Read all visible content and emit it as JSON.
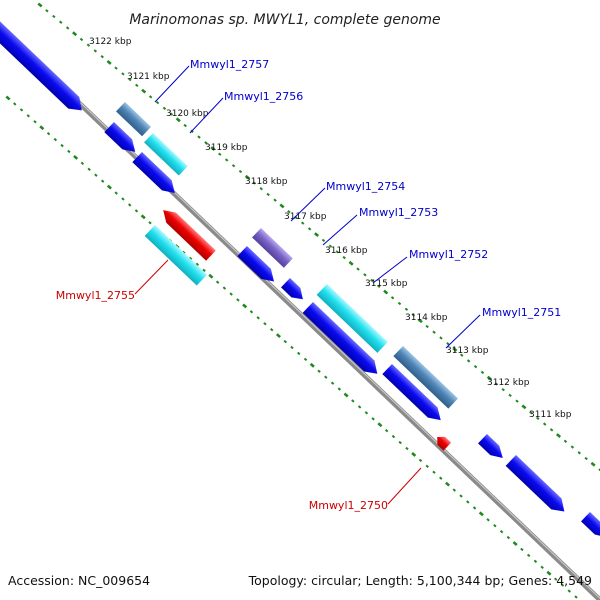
{
  "title": "Marinomonas sp. MWYL1, complete genome",
  "footer": {
    "accession": "Accession: NC_009654",
    "summary": "Topology: circular; Length: 5,100,344 bp; Genes: 4,549"
  },
  "colors": {
    "background": "#ffffff",
    "backbone": "#8a8a8a",
    "tick_dots": "#1e8a1e",
    "forward_label": "#0000cc",
    "reverse_label": "#cc0000",
    "gene_blue": "#0a0af0",
    "gene_cyan": "#22e0ee",
    "gene_steel": "#4f84b4",
    "gene_purple": "#7a64c8",
    "gene_red": "#ee0000"
  },
  "ticks": [
    "3122 kbp",
    "3121 kbp",
    "3120 kbp",
    "3119 kbp",
    "3118 kbp",
    "3117 kbp",
    "3116 kbp",
    "3115 kbp",
    "3114 kbp",
    "3113 kbp",
    "3112 kbp",
    "3111 kbp"
  ],
  "labels": {
    "mmwyl1_2757": "Mmwyl1_2757",
    "mmwyl1_2756": "Mmwyl1_2756",
    "mmwyl1_2755": "Mmwyl1_2755",
    "mmwyl1_2754": "Mmwyl1_2754",
    "mmwyl1_2753": "Mmwyl1_2753",
    "mmwyl1_2752": "Mmwyl1_2752",
    "mmwyl1_2751": "Mmwyl1_2751",
    "mmwyl1_2750": "Mmwyl1_2750"
  }
}
